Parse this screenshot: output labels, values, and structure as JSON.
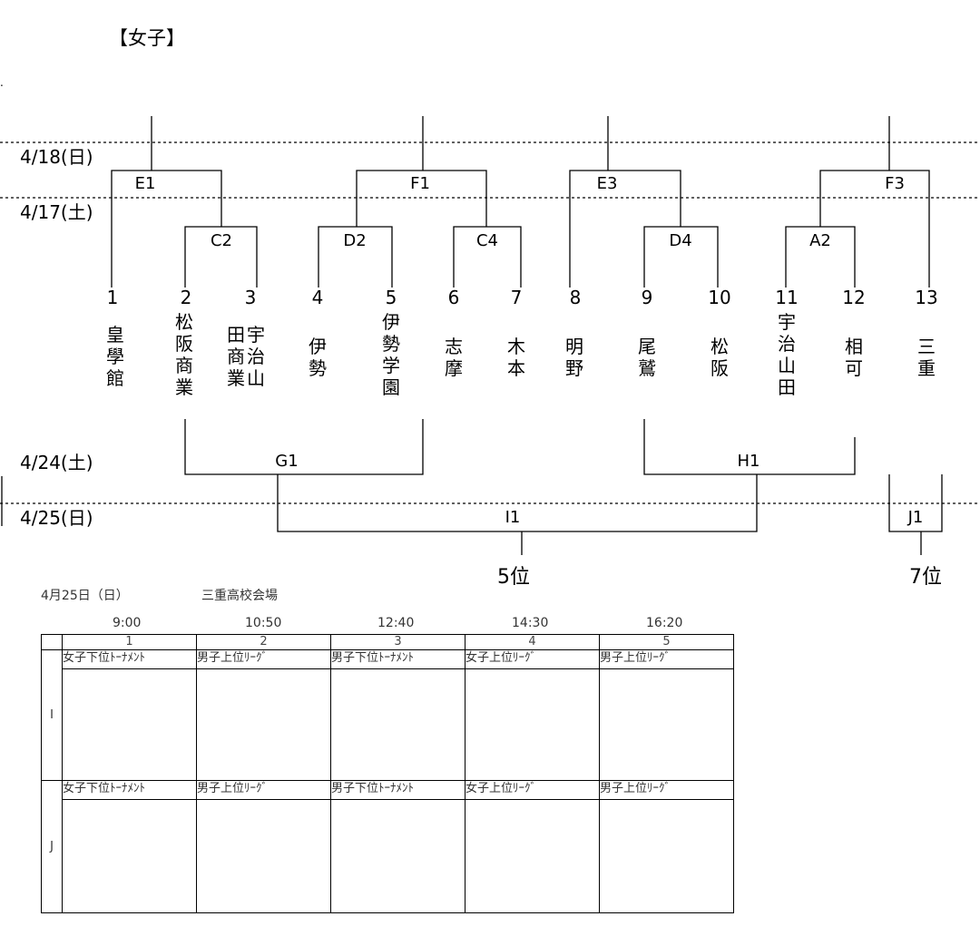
{
  "title": "【女子】",
  "dates": {
    "d1": "4/18(日)",
    "d2": "4/17(土)",
    "d3": "4/24(土)",
    "d4": "4/25(日)"
  },
  "match_labels": {
    "E1": "E1",
    "F1": "F1",
    "E3": "E3",
    "F3": "F3",
    "C2": "C2",
    "D2": "D2",
    "C4": "C4",
    "D4": "D4",
    "A2": "A2",
    "G1": "G1",
    "H1": "H1",
    "I1": "I1",
    "J1": "J1"
  },
  "placements": {
    "p5": "5位",
    "p7": "7位"
  },
  "teams": [
    {
      "num": "1",
      "cols": [
        "皇學館"
      ]
    },
    {
      "num": "2",
      "cols": [
        "松阪商業"
      ]
    },
    {
      "num": "3",
      "cols": [
        "宇治山",
        "田商業"
      ]
    },
    {
      "num": "4",
      "cols": [
        "伊勢"
      ]
    },
    {
      "num": "5",
      "cols": [
        "伊勢学園"
      ]
    },
    {
      "num": "6",
      "cols": [
        "志摩"
      ]
    },
    {
      "num": "7",
      "cols": [
        "木本"
      ]
    },
    {
      "num": "8",
      "cols": [
        "明野"
      ]
    },
    {
      "num": "9",
      "cols": [
        "尾鷲"
      ]
    },
    {
      "num": "10",
      "cols": [
        "松阪"
      ]
    },
    {
      "num": "11",
      "cols": [
        "宇治山田"
      ]
    },
    {
      "num": "12",
      "cols": [
        "相可"
      ]
    },
    {
      "num": "13",
      "cols": [
        "三重"
      ]
    }
  ],
  "schedule": {
    "date": "4月25日（日）",
    "venue": "三重高校会場",
    "times": [
      "9:00",
      "10:50",
      "12:40",
      "14:30",
      "16:20"
    ],
    "slots": [
      "1",
      "2",
      "3",
      "4",
      "5"
    ],
    "rows": [
      {
        "court": "I",
        "games": [
          "女子下位ﾄｰﾅﾒﾝﾄ",
          "男子上位ﾘｰｸﾞ",
          "男子下位ﾄｰﾅﾒﾝﾄ",
          "女子上位ﾘｰｸﾞ",
          "男子上位ﾘｰｸﾞ"
        ]
      },
      {
        "court": "J",
        "games": [
          "女子下位ﾄｰﾅﾒﾝﾄ",
          "男子上位ﾘｰｸﾞ",
          "男子下位ﾄｰﾅﾒﾝﾄ",
          "女子上位ﾘｰｸﾞ",
          "男子上位ﾘｰｸﾞ"
        ]
      }
    ]
  }
}
